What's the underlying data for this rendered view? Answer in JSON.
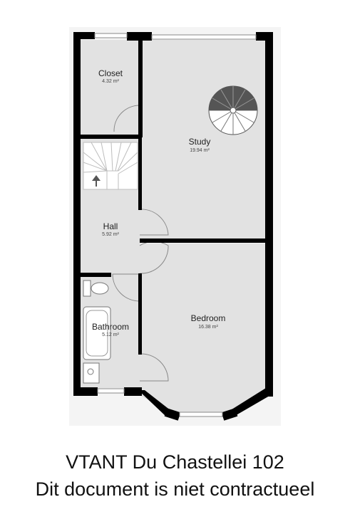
{
  "rooms": {
    "closet": {
      "name": "Closet",
      "area": "4.32 m²"
    },
    "study": {
      "name": "Study",
      "area": "19.94 m²"
    },
    "hall": {
      "name": "Hall",
      "area": "5.92 m²"
    },
    "bathroom": {
      "name": "Bathroom",
      "area": "5.12 m²"
    },
    "bedroom": {
      "name": "Bedroom",
      "area": "16.38 m²"
    }
  },
  "caption": {
    "line1": "VTANT Du Chastellei 102",
    "line2": "Dit document is niet contractueel"
  },
  "colors": {
    "background": "#f4f4f4",
    "floor": "#e2e2e2",
    "wall": "#000000",
    "window": "#ffffff"
  }
}
